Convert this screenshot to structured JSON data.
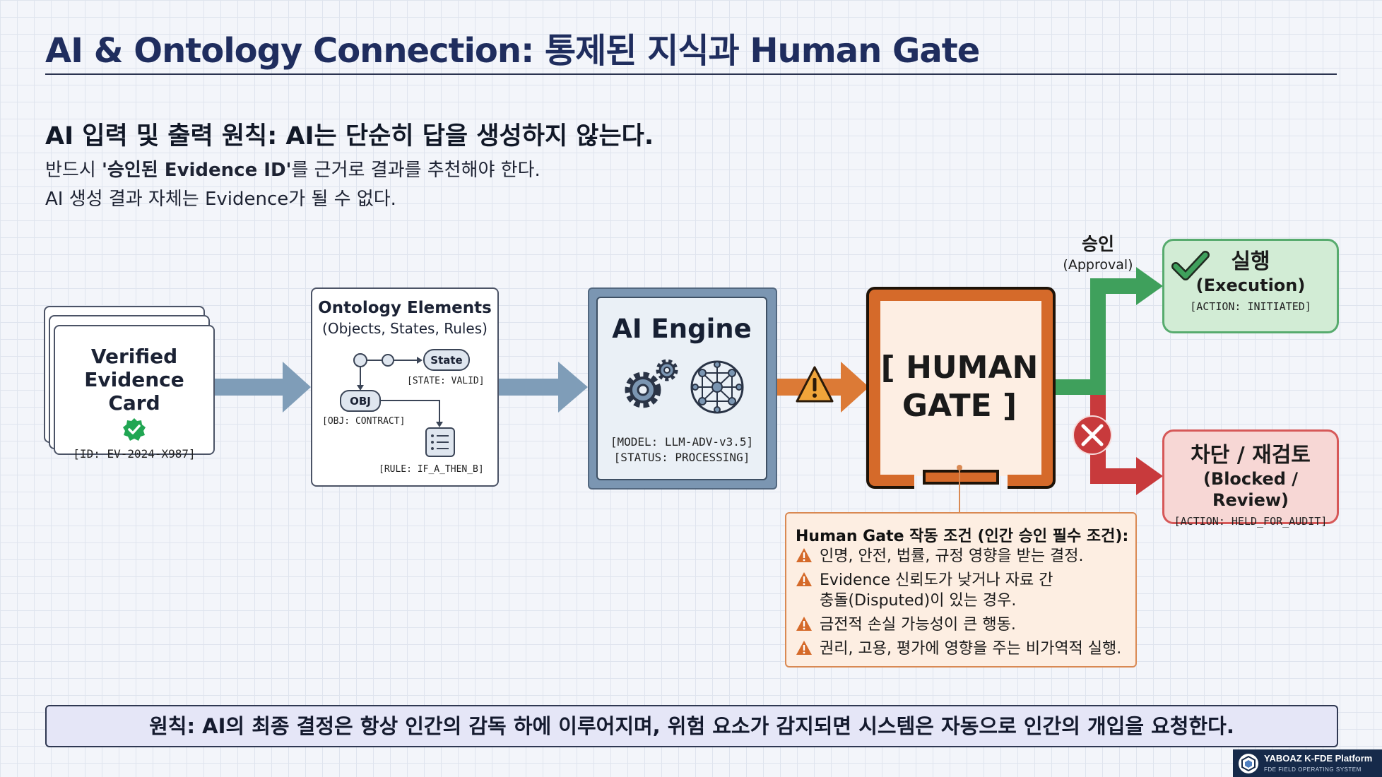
{
  "header": {
    "title": "AI & Ontology Connection: 통제된 지식과 Human Gate",
    "subheading": "AI 입력 및 출력 원칙: AI는 단순히 답을 생성하지 않는다.",
    "desc1_pre": "반드시 ",
    "desc1_bold": "'승인된 Evidence ID'",
    "desc1_post": "를 근거로 결과를 추천해야 한다.",
    "desc2": "AI 생성 결과 자체는 Evidence가 될 수 없다."
  },
  "evidence_card": {
    "title_line1": "Verified",
    "title_line2": "Evidence Card",
    "id": "[ID: EV-2024-X987]"
  },
  "ontology": {
    "title": "Ontology Elements",
    "subtitle": "(Objects, States, Rules)",
    "state_node": "State",
    "state_label": "[STATE: VALID]",
    "obj_node": "OBJ",
    "obj_label": "[OBJ: CONTRACT]",
    "rule_label": "[RULE: IF_A_THEN_B]"
  },
  "ai_engine": {
    "title": "AI Engine",
    "model": "[MODEL: LLM-ADV-v3.5]",
    "status": "[STATUS: PROCESSING]"
  },
  "human_gate": {
    "line1": "[ HUMAN",
    "line2": "GATE ]"
  },
  "approval": {
    "ko": "승인",
    "en": "(Approval)"
  },
  "execution": {
    "title": "실행",
    "subtitle": "(Execution)",
    "action": "[ACTION: INITIATED]"
  },
  "blocked": {
    "title": "차단 / 재검토",
    "subtitle": "(Blocked / Review)",
    "action": "[ACTION: HELD_FOR_AUDIT]"
  },
  "conditions": {
    "title": "Human Gate 작동 조건 (인간 승인 필수 조건):",
    "items": [
      "인명, 안전, 법률, 규정 영향을 받는 결정.",
      "Evidence 신뢰도가 낮거나 자료 간",
      "충돌(Disputed)이 있는 경우.",
      "금전적 손실 가능성이 큰 행동.",
      "권리, 고용, 평가에 영향을 주는 비가역적 실행."
    ]
  },
  "principle": "원칙: AI의 최종 결정은 항상 인간의 감독 하에 이루어지며, 위험 요소가 감지되면 시스템은 자동으로 인간의 개입을 요청한다.",
  "platform": {
    "name": "YABOAZ K-FDE Platform",
    "tagline": "FDE FIELD OPERATING SYSTEM"
  },
  "colors": {
    "flow_blue": "#7f9db8",
    "flow_orange": "#dc7a36",
    "gate_orange": "#d56a2a",
    "approve_green": "#3fa05c",
    "block_red": "#c83a3c"
  }
}
